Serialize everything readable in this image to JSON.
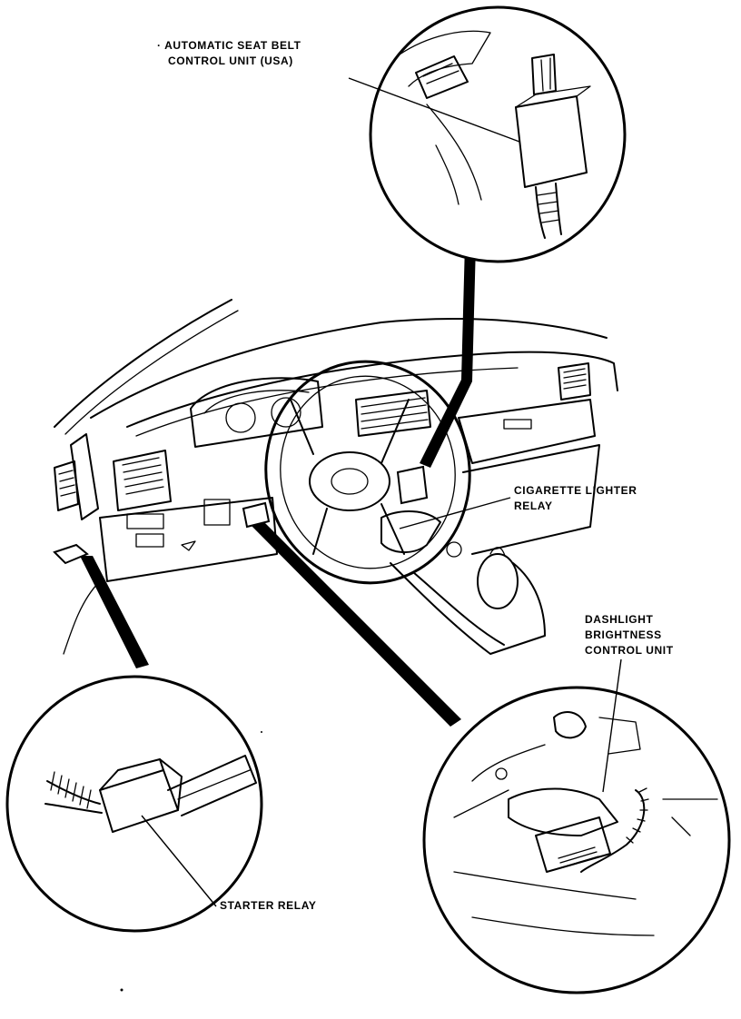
{
  "callouts": {
    "seat_belt_unit": {
      "line1": "· AUTOMATIC SEAT BELT",
      "line2": "CONTROL UNIT (USA)"
    },
    "cigarette_relay": {
      "line1": "CIGARETTE LIGHTER",
      "line2": "RELAY"
    },
    "dashlight_unit": {
      "line1": "DASHLIGHT",
      "line2": "BRIGHTNESS",
      "line3": "CONTROL UNIT"
    },
    "starter_relay": {
      "line1": "STARTER RELAY"
    }
  }
}
